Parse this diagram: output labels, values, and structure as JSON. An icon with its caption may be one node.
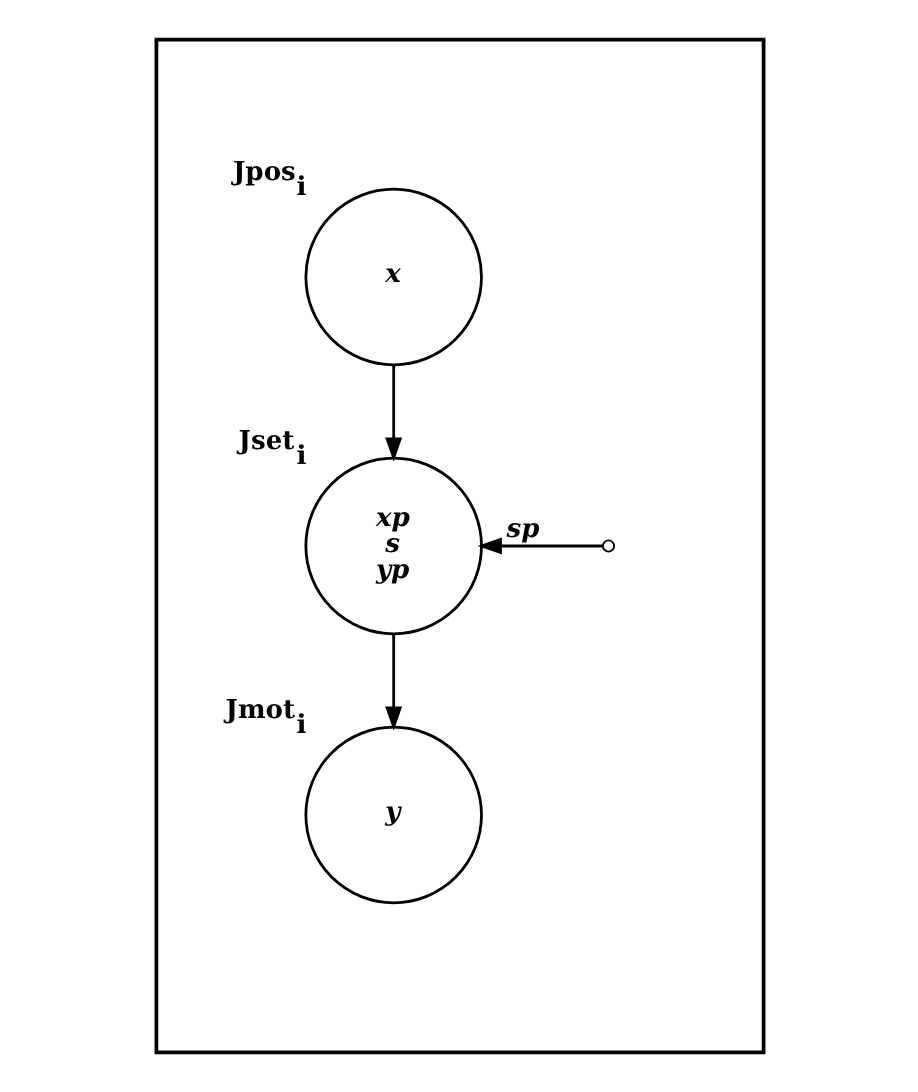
{
  "diagram": {
    "nodes": [
      {
        "text": [],
        "shape": "box"
      },
      {
        "text": [
          "x"
        ],
        "beside": [
          "Jpos$_{i}$"
        ],
        "in": 0
      },
      {
        "text": [
          "xp",
          "s",
          "yp"
        ],
        "beside": [
          "Jset$_{i}$"
        ],
        "in": 0
      },
      {
        "text": [
          "y"
        ],
        "beside": [
          "Jmot$_{i}$"
        ],
        "in": 0
      }
    ],
    "edges": [
      {
        "from": 1,
        "to": 2,
        "arrow": "to"
      },
      {
        "from": null,
        "to": 2,
        "arrow": "to",
        "label": "sp"
      },
      {
        "from": 2,
        "to": 3,
        "arrow": "to"
      }
    ]
  }
}
